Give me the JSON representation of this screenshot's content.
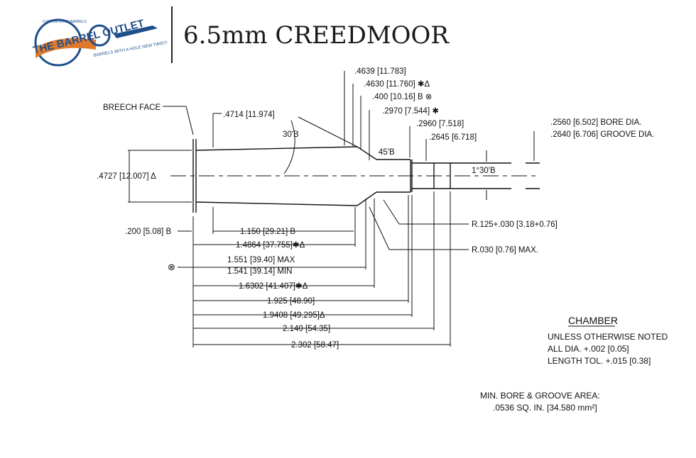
{
  "header": {
    "title": "6.5mm CREEDMOOR",
    "logo": {
      "top_text": "CUSTOM RIFLE BARRELS",
      "main_text": "THE BARREL OUTLET",
      "tagline": "BARRELS WITH A HOLE NEW TWIST!"
    }
  },
  "drawing": {
    "breech_face": "BREECH FACE",
    "dims": {
      "d4639": ".4639 [11.783]",
      "d4630": ".4630 [11.760] ✱Δ",
      "d400": ".400 [10.16] B ⊗",
      "d2970": ".2970 [7.544] ✱",
      "d2960": ".2960 [7.518]",
      "d2645": ".2645 [6.718]",
      "d4714": ".4714 [11.974]",
      "a30": "30'B",
      "a45": "45'B",
      "a130": "1°30'B",
      "bore": ".2560 [6.502] BORE DIA.",
      "groove": ".2640 [6.706] GROOVE DIA.",
      "d4727": ".4727 [12.007] Δ",
      "d200": ".200 [5.08] B",
      "r125": "R.125+.030 [3.18+0.76]",
      "r030": "R.030 [0.76] MAX.",
      "l1150": "1.150 [29.21] B",
      "l14864": "1.4864 [37.755]✱Δ",
      "l1551": "1.551 [39.40] MAX",
      "l1541": "1.541 [39.14] MIN",
      "l16302": "1.6302 [41.407]✱Δ",
      "l1925": "1.925 [48.90]",
      "l19408": "1.9408 [49.295]Δ",
      "l2140": "2.140 [54.35]",
      "l2302": "2.302 [58.47]",
      "datum": "⊗"
    },
    "notes": {
      "chamber": "CHAMBER",
      "line1": "UNLESS OTHERWISE NOTED",
      "line2": "ALL DIA. +.002 [0.05]",
      "line3": "LENGTH TOL. +.015 [0.38]",
      "bore_area1": "MIN. BORE & GROOVE AREA:",
      "bore_area2": ".0536 SQ. IN. [34.580 mm²]"
    }
  },
  "colors": {
    "ink": "#111111",
    "logo_orange": "#e07a2a",
    "logo_blue": "#1f4f8a"
  }
}
